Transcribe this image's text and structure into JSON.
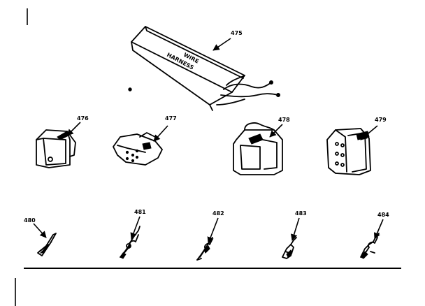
{
  "diagram": {
    "parts": [
      {
        "id": "475",
        "label": "475",
        "name_text": [
          "WIRE",
          "HARNESS"
        ]
      },
      {
        "id": "476",
        "label": "476"
      },
      {
        "id": "477",
        "label": "477"
      },
      {
        "id": "478",
        "label": "478"
      },
      {
        "id": "479",
        "label": "479"
      },
      {
        "id": "480",
        "label": "480"
      },
      {
        "id": "481",
        "label": "481"
      },
      {
        "id": "482",
        "label": "482"
      },
      {
        "id": "483",
        "label": "483"
      },
      {
        "id": "484",
        "label": "484"
      }
    ],
    "colors": {
      "ink": "#000000",
      "paper": "#ffffff"
    }
  }
}
